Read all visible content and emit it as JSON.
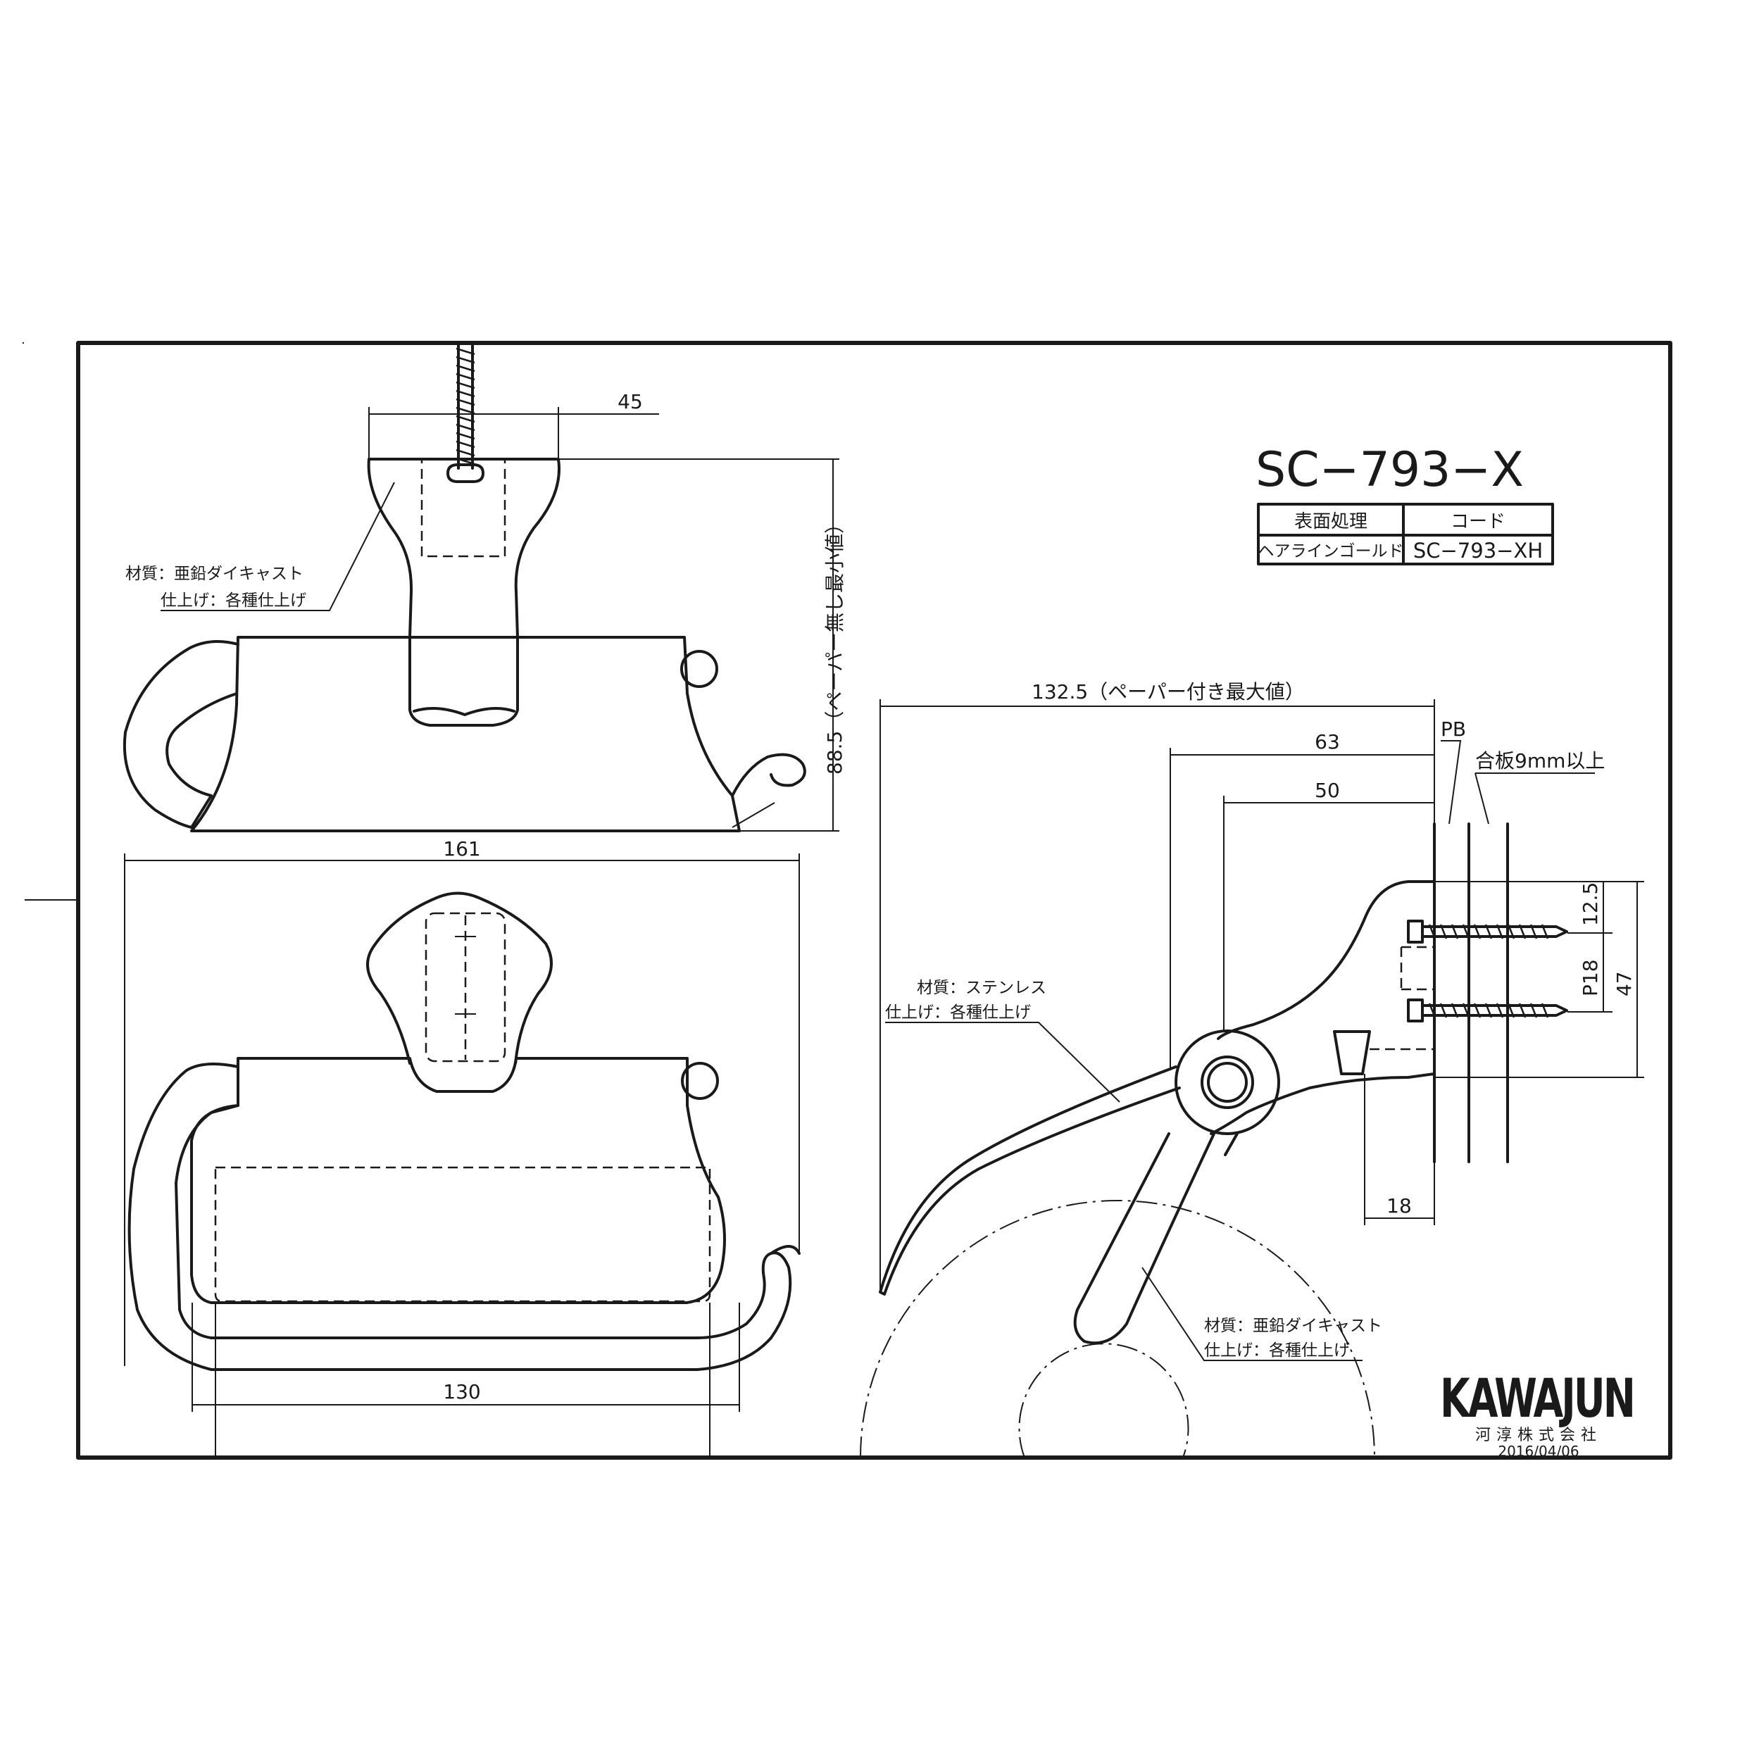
{
  "model": {
    "number": "SC−793−X"
  },
  "finish_table": {
    "headers": [
      "表面処理",
      "コード"
    ],
    "rows": [
      {
        "finish": "ヘアラインゴールド",
        "code": "SC−793−XH"
      }
    ]
  },
  "dimensions": {
    "top_width": "45",
    "height_no_paper": "88.5（ペーパー無し最小値）",
    "front_width": "161",
    "inner_width": "130",
    "depth_with_paper": "132.5（ペーパー付き最大値）",
    "depth_63": "63",
    "depth_50": "50",
    "wall_label": "PB",
    "plywood_label": "合板9mm以上",
    "screw_offset": "12.5",
    "screw_pitch": "P18",
    "plate_height": "47",
    "boss_depth": "18"
  },
  "notes": {
    "top_material": "材質：亜鉛ダイキャスト",
    "top_finish": "仕上げ：各種仕上げ",
    "arm_material": "材質：ステンレス",
    "arm_finish": "仕上げ：各種仕上げ",
    "roller_material": "材質：亜鉛ダイキャスト",
    "roller_finish": "仕上げ：各種仕上げ"
  },
  "company": {
    "logo_text": "KAWAJUN",
    "name": "河淳株式会社",
    "date": "2016/04/06"
  }
}
